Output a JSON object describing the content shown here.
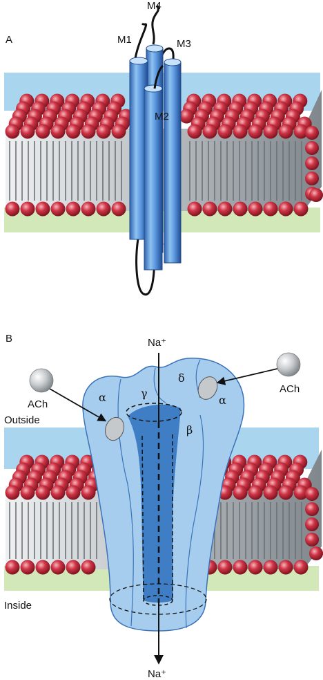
{
  "panel_a": {
    "label": "A",
    "helices": [
      "M1",
      "M2",
      "M3",
      "M4"
    ]
  },
  "panel_b": {
    "label": "B",
    "ion_top": "Na⁺",
    "ion_bottom": "Na⁺",
    "ligand_left": "ACh",
    "ligand_right": "ACh",
    "outside": "Outside",
    "inside": "Inside",
    "subunits": {
      "alpha_left": "α",
      "gamma": "γ",
      "delta": "δ",
      "alpha_right": "α",
      "beta": "β"
    }
  },
  "colors": {
    "outer_water": "#a9d5ef",
    "inner_water": "#d3e8b8",
    "lipid_head": "#c0283a",
    "lipid_tail": "#a9aeb2",
    "protein": "#a6cdee",
    "protein_edge": "#3a72b8",
    "pore": "#3f7ec4",
    "agonist": "#c6c9cb"
  }
}
